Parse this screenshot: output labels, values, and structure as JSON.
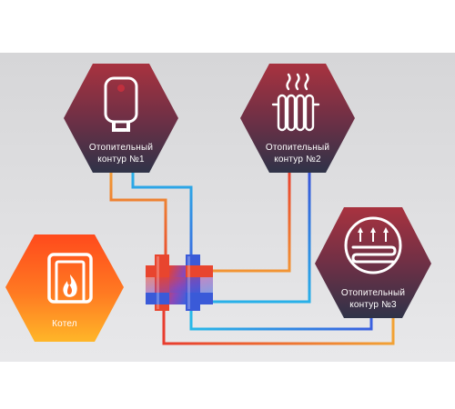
{
  "nodes": {
    "circuit1": {
      "line1": "Отопительный",
      "line2": "контур  №1"
    },
    "circuit2": {
      "line1": "Отопительный",
      "line2": "контур  №2"
    },
    "circuit3": {
      "line1": "Отопительный",
      "line2": "контур  №3"
    },
    "boiler": {
      "label": "Котел"
    }
  },
  "icons": {
    "circuit1": "water-heater-icon",
    "circuit2": "radiator-icon",
    "circuit3": "underfloor-heating-icon",
    "boiler": "boiler-flame-icon",
    "center": "hydraulic-manifold-icon"
  },
  "colors": {
    "circuit_hex_top": "#9e2f3f",
    "circuit_hex_bottom": "#2f3348",
    "boiler_hex_top": "#ff5a1e",
    "boiler_hex_bottom": "#ffb020",
    "hot_pipe": "#e8452e",
    "cold_pipe": "#3a5ad8",
    "warm_pipe": "#f0a030",
    "cyan_pipe": "#28b8e8"
  }
}
